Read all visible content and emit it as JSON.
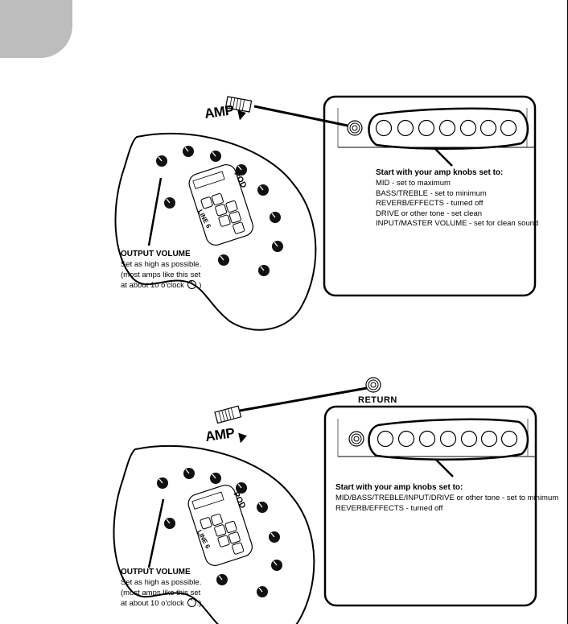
{
  "top": {
    "amp_label": "AMP",
    "output_volume_title": "OUTPUT VOLUME",
    "output_volume_lines": [
      "Set as high as possible.",
      "(most amps like this set",
      "at about 10 o'clock",
      ".)"
    ],
    "heading": "Start with your amp knobs set to:",
    "settings": [
      {
        "key": "MID",
        "value": " - set to maximum"
      },
      {
        "key": "BASS/TREBLE",
        "value": " - set to minimum"
      },
      {
        "key": "REVERB/EFFECTS",
        "value": " - turned off"
      },
      {
        "key": "DRIVE",
        "value": " or other tone - set clean"
      },
      {
        "key": "INPUT/MASTER VOLUME",
        "value": " - set for clean sound"
      }
    ]
  },
  "bottom": {
    "amp_label": "AMP",
    "return_label": "RETURN",
    "output_volume_title": "OUTPUT VOLUME",
    "output_volume_lines": [
      "Set as high as possible.",
      "(most amps like this set",
      "at about 10 o'clock",
      ".)"
    ],
    "heading": "Start with your amp knobs set to:",
    "settings": [
      {
        "key": "MID/BASS/TREBLE/INPUT/DRIVE",
        "value": " or other tone - set to minimum"
      },
      {
        "key": "REVERB/EFFECTS",
        "value": " - turned off"
      }
    ]
  },
  "pod_logo": "POD",
  "line6_logo": "LINE 6",
  "icons": {
    "arrow": "right-arrow-icon",
    "clock": "clock-10-oclock-icon",
    "jack": "jack-icon"
  }
}
